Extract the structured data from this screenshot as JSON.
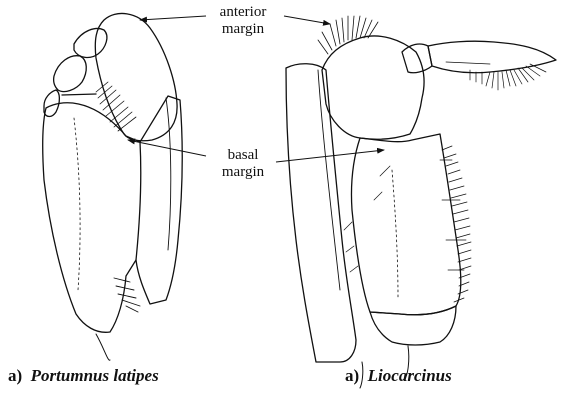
{
  "labels": {
    "anterior_margin": [
      "anterior",
      "margin"
    ],
    "basal_margin": [
      "basal",
      "margin"
    ]
  },
  "captions": [
    {
      "letter": "a)",
      "taxon": "Portumnus latipes"
    },
    {
      "letter": "a)",
      "taxon": "Liocarcinus"
    }
  ],
  "colors": {
    "ink": "#111111",
    "background": "#ffffff"
  }
}
